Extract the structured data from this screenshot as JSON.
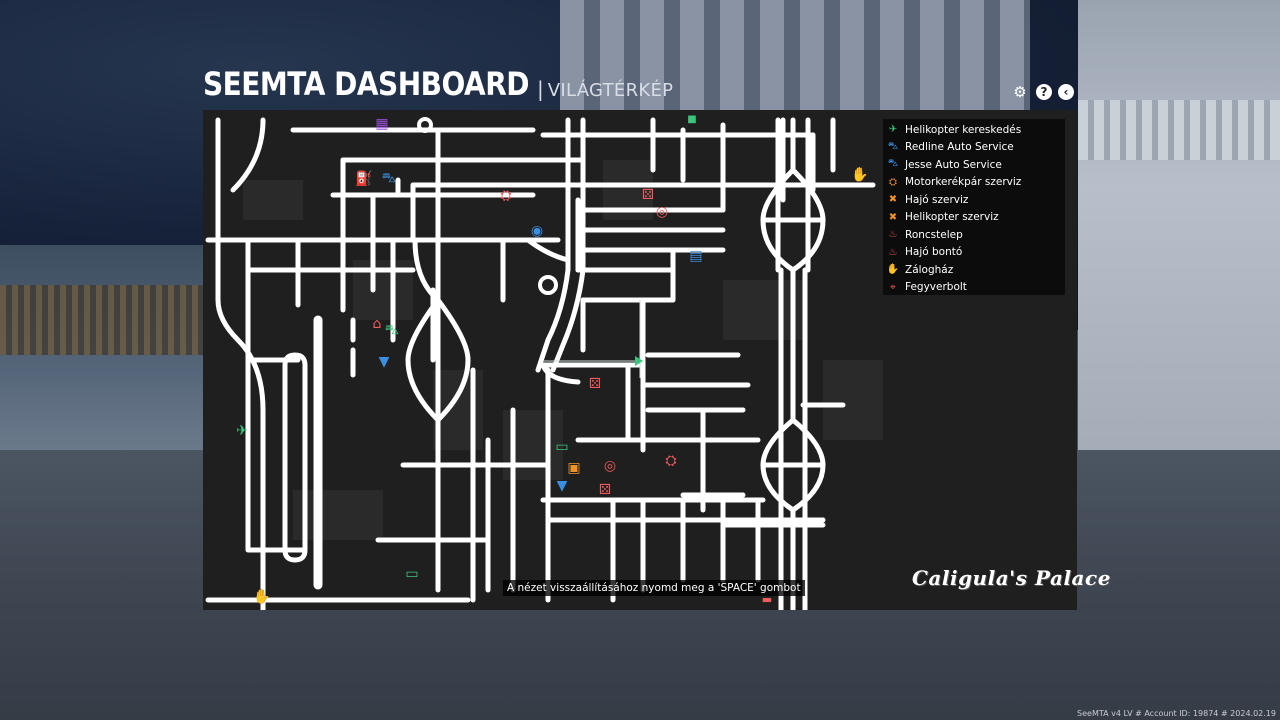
{
  "header": {
    "title": "SEEMTA DASHBOARD",
    "separator": "|",
    "subtitle": "VILÁGTÉRKÉP"
  },
  "header_icons": [
    {
      "name": "users-cog-icon",
      "glyph": "⚙"
    },
    {
      "name": "help-icon",
      "glyph": "?"
    },
    {
      "name": "back-icon",
      "glyph": "‹"
    }
  ],
  "legend": [
    {
      "label": "Helikopter kereskedés",
      "icon": "helicopter-icon",
      "color": "#3cc47c",
      "glyph": "✈"
    },
    {
      "label": "Redline Auto Service",
      "icon": "car-service-icon",
      "color": "#3b8fe0",
      "glyph": "⛍"
    },
    {
      "label": "Jesse Auto Service",
      "icon": "car-service-icon",
      "color": "#3b8fe0",
      "glyph": "⛍"
    },
    {
      "label": "Motorkerékpár szerviz",
      "icon": "motorcycle-icon",
      "color": "#f0922a",
      "glyph": "⛭"
    },
    {
      "label": "Hajó szerviz",
      "icon": "tools-icon",
      "color": "#f0922a",
      "glyph": "✖"
    },
    {
      "label": "Helikopter szerviz",
      "icon": "tools-icon",
      "color": "#f0922a",
      "glyph": "✖"
    },
    {
      "label": "Roncstelep",
      "icon": "junkyard-icon",
      "color": "#f25b5b",
      "glyph": "♨"
    },
    {
      "label": "Hajó bontó",
      "icon": "ship-breaker-icon",
      "color": "#f25b5b",
      "glyph": "♨"
    },
    {
      "label": "Zálogház",
      "icon": "pawnshop-icon",
      "color": "#f5c542",
      "glyph": "✋"
    },
    {
      "label": "Fegyverbolt",
      "icon": "crosshair-icon",
      "color": "#f25b5b",
      "glyph": "⌖"
    }
  ],
  "hint": "A nézet visszaállításához nyomd meg a 'SPACE' gombot",
  "logo_text": "Caligula's Palace",
  "footer": "SeeMTA v4 LV # Account ID: 19874 # 2024.02.19",
  "colors": {
    "map_bg": "#1f1f20",
    "road": "#ffffff",
    "legend_bg": "#0c0c0d",
    "red": "#f25b5b",
    "blue": "#3b8fe0",
    "green": "#3cc47c",
    "orange": "#f0922a",
    "yellow": "#f5c542",
    "purple": "#9a4dd8"
  }
}
